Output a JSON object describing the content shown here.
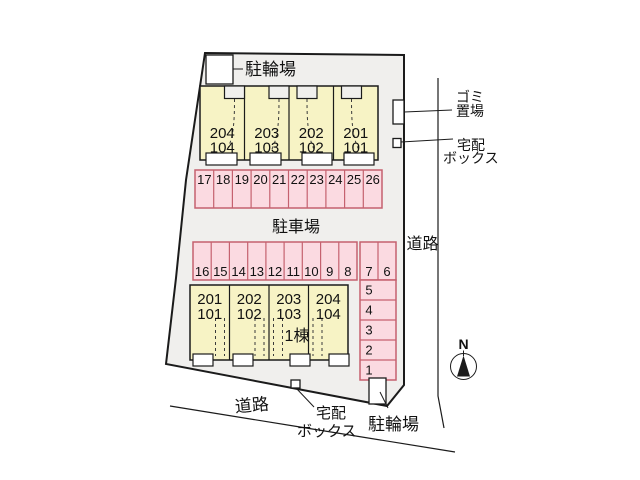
{
  "labels": {
    "bicycle_top": "駐輪場",
    "bicycle_bottom": "駐輪場",
    "garbage_line1": "ゴミ",
    "garbage_line2": "置場",
    "delivery_right_line1": "宅配",
    "delivery_right_line2": "ボックス",
    "delivery_bottom_line1": "宅配",
    "delivery_bottom_line2": "ボックス",
    "road_right": "道路",
    "road_bottom": "道路",
    "parking_lot": "駐車場",
    "north": "N"
  },
  "top_building": {
    "units": [
      {
        "upper": "204",
        "lower": "104"
      },
      {
        "upper": "203",
        "lower": "103"
      },
      {
        "upper": "202",
        "lower": "102"
      },
      {
        "upper": "201",
        "lower": "101"
      }
    ]
  },
  "bottom_building": {
    "name": "1棟",
    "units": [
      {
        "upper": "201",
        "lower": "101"
      },
      {
        "upper": "202",
        "lower": "102"
      },
      {
        "upper": "203",
        "lower": "103"
      },
      {
        "upper": "204",
        "lower": "104"
      }
    ]
  },
  "parking": {
    "row_upper": [
      "17",
      "18",
      "19",
      "20",
      "21",
      "22",
      "23",
      "24",
      "25",
      "26"
    ],
    "row_lower": [
      "16",
      "15",
      "14",
      "13",
      "12",
      "11",
      "10",
      "9",
      "8"
    ],
    "row_lower_right": [
      "7",
      "6"
    ],
    "column_right": [
      "5",
      "4",
      "3",
      "2",
      "1"
    ]
  },
  "colors": {
    "site_fill": "#f0efed",
    "building_fill": "#f7f3c5",
    "building_stroke": "#1b1b1b",
    "parking_fill": "#fbdae1",
    "parking_stroke": "#c5616f",
    "line_color": "#1b1b1b",
    "text_color": "#111111"
  }
}
